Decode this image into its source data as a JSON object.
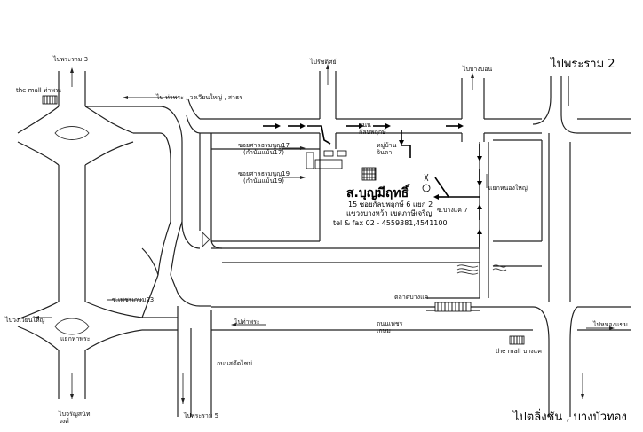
{
  "labels": {
    "rama3": "ไปพระราม 3",
    "rama2": "ไปพระราม 2",
    "mall_thapra": "the mall ท่าพระ",
    "to_thapra_top": "ไป  ท่าพระ , วงเวียนใหญ่ , สาธร",
    "to_ratchada": "ไปรัชดิศย์",
    "to_bangbon": "ไปบางบอน",
    "road_kanlapaphruek": "ถนน\nกัลปพฤกษ์",
    "village_jinda": "หมู่บ้าน\nจินดา",
    "soi_ekkachai17": "ซอยศาลธรมนูญ17\n(กำนันแม้น17)",
    "soi_ekkachai19": "ซอยศาลธรมนูญ19\n(กำนันแม้น19)",
    "yaek_nongyai": "แยกหนองใหญ่",
    "soi_bangkhae7": "ซ.บางแค 7",
    "soi_phetkasem23": "ซ.เพชรเกษม23",
    "to_wongwianyai": "ไปวงเวียนใหญ่",
    "to_thapra_mid": "ไปท่าพระ",
    "road_phetkasem": "ถนนเพชร\nเกษม",
    "talat_bangkhae": "ตลาดบางแค",
    "to_nongkhaem": "ไปหนองแขม",
    "mall_bangkhae": "the mall บางแค",
    "bangphrom": "แยกท่าพระ",
    "road_sasitsai": "ถนนสตึตไซม่",
    "to_charansanitwong": "ไปจรัญสนิท\nวงศ์",
    "to_rama5": "ไปพระราม 5",
    "to_taling": "ไปตลิ่งชัน , บางบัวทอง"
  },
  "company": {
    "name": "ส.บุญมีฤทธิ์",
    "addr1": "15 ซอยกัลปพฤกษ์ 6 แยก 2",
    "addr2": "แขวงบางหว้า เขตภาษีเจริญ",
    "tel": "tel & fax 02 - 4559381,4541100"
  },
  "icons": {
    "mall": "building-icon",
    "destination": "target-building-icon",
    "bridge": "canal-icon"
  }
}
